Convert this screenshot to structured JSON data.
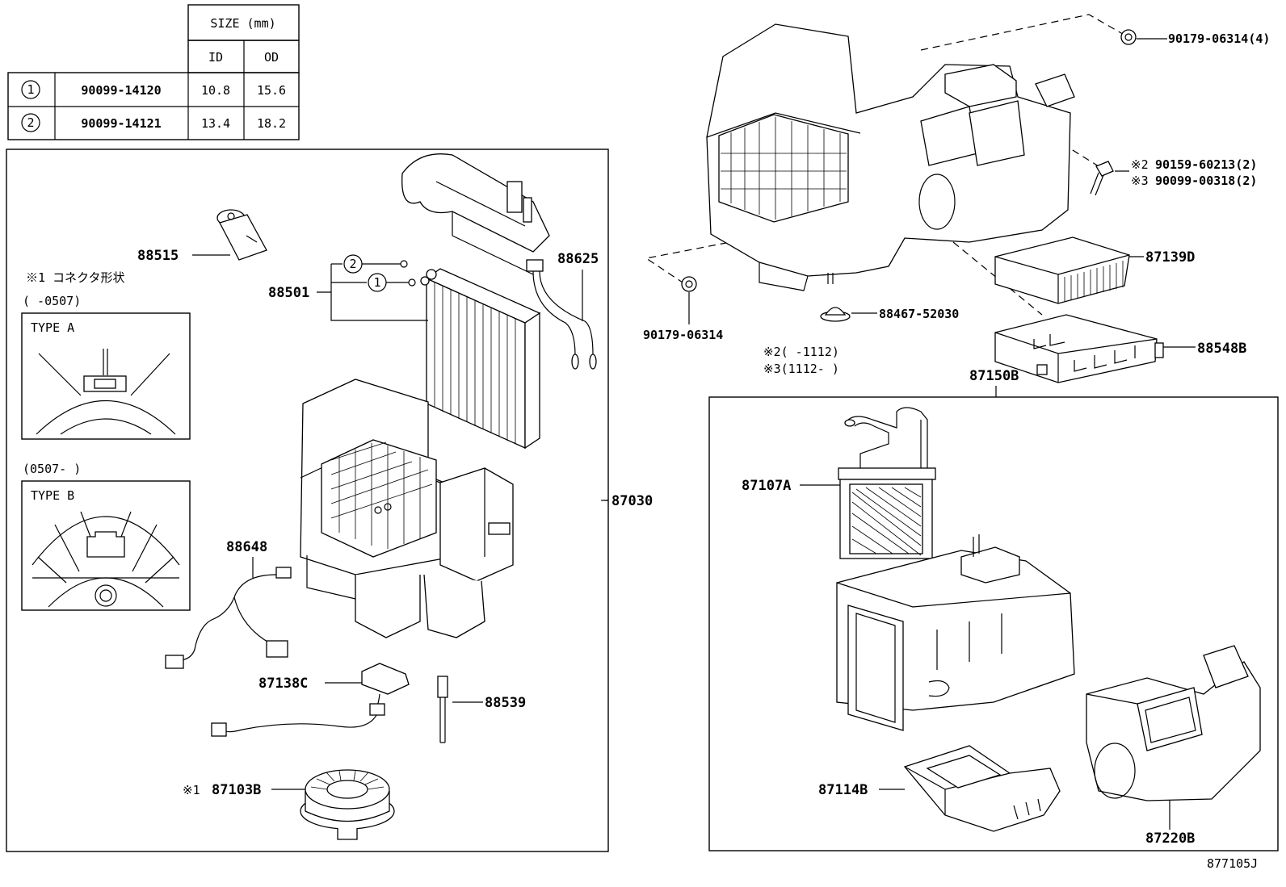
{
  "size_table": {
    "header_size": "SIZE (mm)",
    "col_id": "ID",
    "col_od": "OD",
    "rows": [
      {
        "ref": "1",
        "part": "90099-14120",
        "id": "10.8",
        "od": "15.6"
      },
      {
        "ref": "2",
        "part": "90099-14121",
        "id": "13.4",
        "od": "18.2"
      }
    ]
  },
  "note_connector": "※1 コネクタ形状",
  "range_a": "(   -0507)",
  "type_a": "TYPE A",
  "range_b": "(0507-   )",
  "type_b": "TYPE B",
  "parts": {
    "p88515": "88515",
    "p88501": "88501",
    "p88625": "88625",
    "p87030": "87030",
    "p88648": "88648",
    "p87138c": "87138C",
    "p88539": "88539",
    "p87103b": "87103B",
    "p87103b_mark": "※1",
    "p90179_4": "90179-06314(4)",
    "p90159": "90159-60213(2)",
    "p90159_mark": "※2",
    "p90099": "90099-00318(2)",
    "p90099_mark": "※3",
    "p87139d": "87139D",
    "p90179": "90179-06314",
    "p88467": "88467-52030",
    "p88548b": "88548B",
    "p87150b": "87150B",
    "p87107a": "87107A",
    "p87114b": "87114B",
    "p87220b": "87220B"
  },
  "callouts": {
    "c1": "1",
    "c2": "2"
  },
  "notes": {
    "n2": "※2(     -1112)",
    "n3": "※3(1112-     )"
  },
  "figure_id": "877105J"
}
